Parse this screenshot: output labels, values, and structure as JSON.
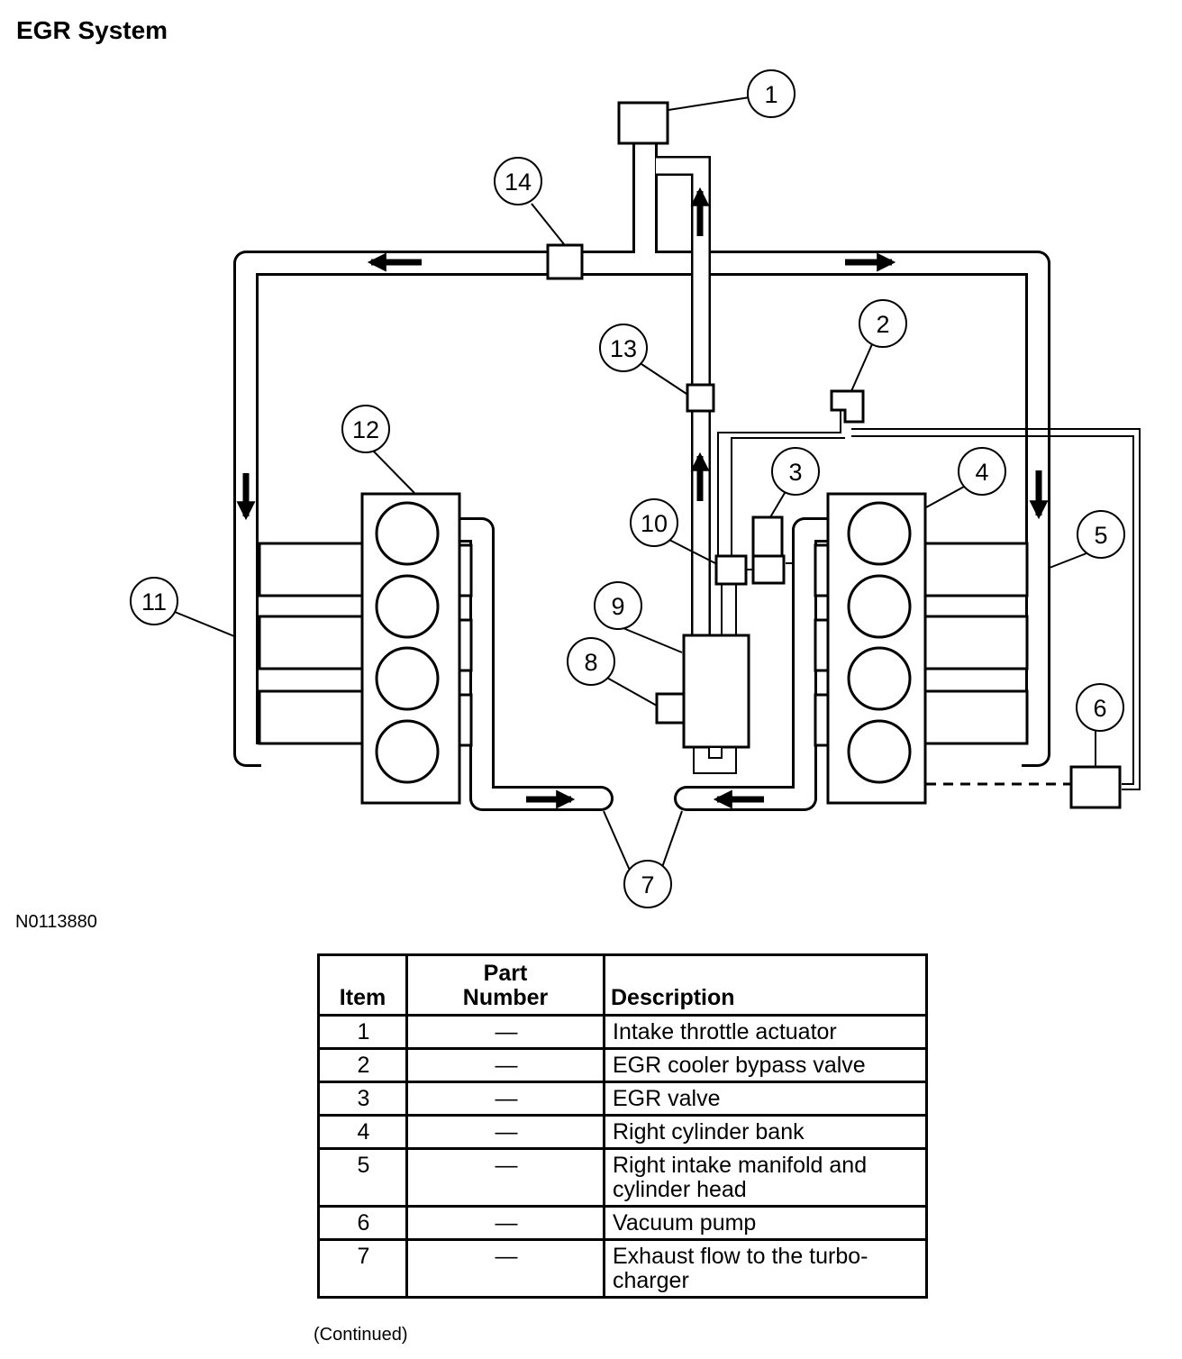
{
  "title": "EGR System",
  "figure_id": "N0113880",
  "callouts": [
    "1",
    "2",
    "3",
    "4",
    "5",
    "6",
    "7",
    "8",
    "9",
    "10",
    "11",
    "12",
    "13",
    "14"
  ],
  "table": {
    "headers": {
      "item": "Item",
      "part_number": [
        "Part",
        "Number"
      ],
      "description": "Description"
    },
    "rows": [
      {
        "item": "1",
        "part": "—",
        "desc": [
          "Intake throttle actuator"
        ]
      },
      {
        "item": "2",
        "part": "—",
        "desc": [
          "EGR cooler bypass valve"
        ]
      },
      {
        "item": "3",
        "part": "—",
        "desc": [
          "EGR valve"
        ]
      },
      {
        "item": "4",
        "part": "—",
        "desc": [
          "Right cylinder bank"
        ]
      },
      {
        "item": "5",
        "part": "—",
        "desc": [
          "Right intake manifold and",
          "cylinder head"
        ]
      },
      {
        "item": "6",
        "part": "—",
        "desc": [
          "Vacuum pump"
        ]
      },
      {
        "item": "7",
        "part": "—",
        "desc": [
          "Exhaust flow to the turbo-",
          "charger"
        ]
      }
    ]
  },
  "continued": "(Continued)"
}
